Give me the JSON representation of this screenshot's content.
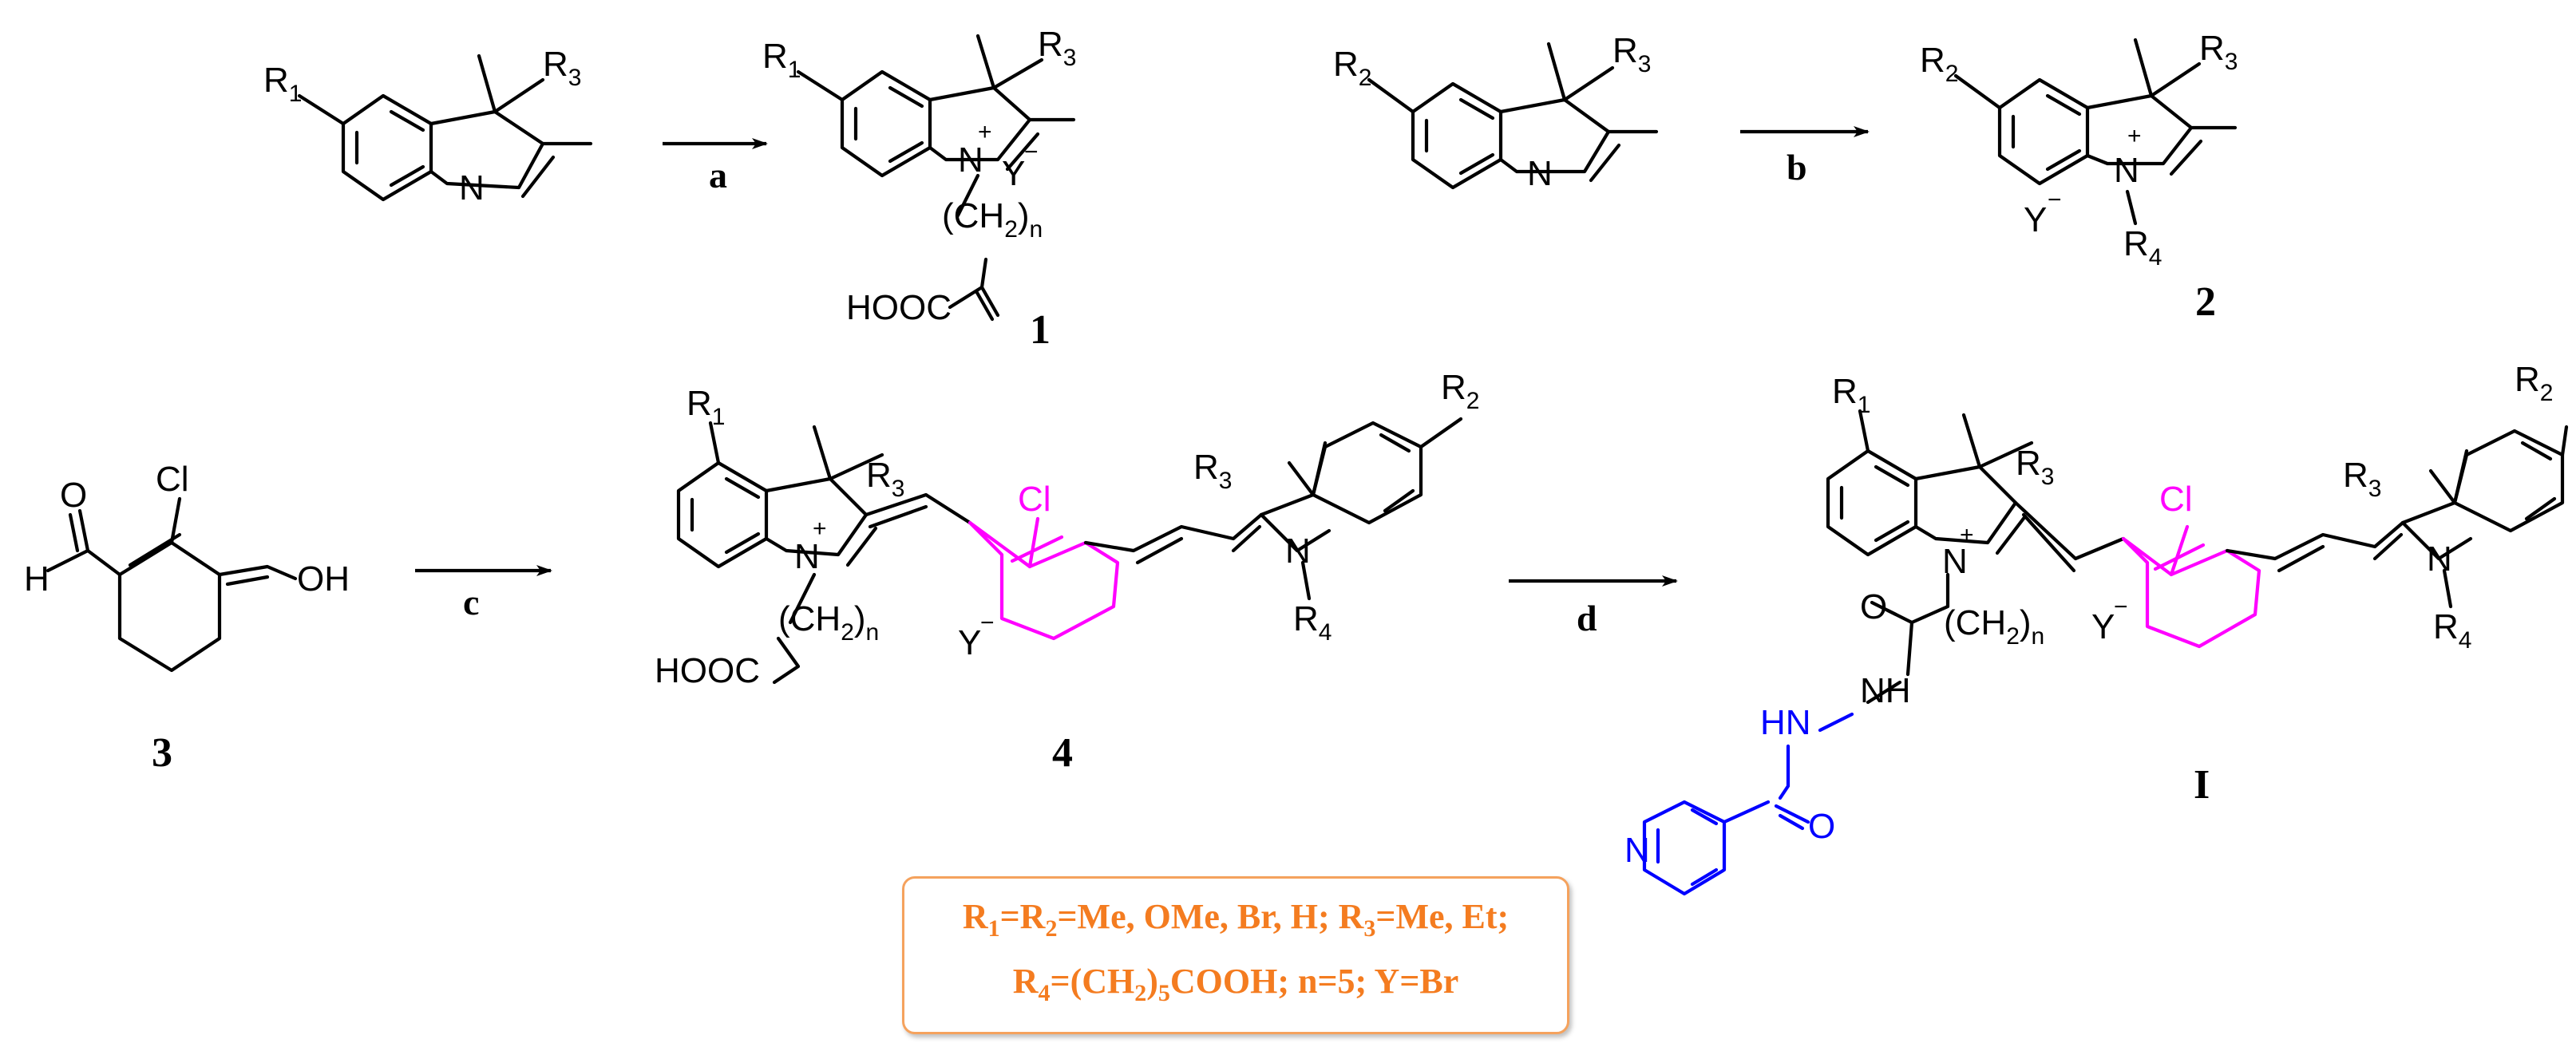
{
  "steps": {
    "a": "a",
    "b": "b",
    "c": "c",
    "d": "d"
  },
  "compound_labels": {
    "c1": "1",
    "c2": "2",
    "c3": "3",
    "c4": "4",
    "cI": "I"
  },
  "atoms": {
    "R1": "R",
    "R1_sub": "1",
    "R2": "R",
    "R2_sub": "2",
    "R3": "R",
    "R3_sub": "3",
    "R4": "R",
    "R4_sub": "4",
    "N": "N",
    "Nplus": "N",
    "plus": "+",
    "Y": "Y",
    "minus": "−",
    "CH2n": "(CH",
    "CH2n_sub2": "2",
    "CH2n_close": ")",
    "n": "n",
    "HOOC": "HOOC",
    "Cl": "Cl",
    "O": "O",
    "H": "H",
    "OH": "OH",
    "NH": "NH",
    "HN": "HN"
  },
  "legend": {
    "line1_a": "R",
    "line1_a_sub": "1",
    "line1_b": "=R",
    "line1_b_sub": "2",
    "line1_c": "=Me, OMe, Br, H; R",
    "line1_c_sub": "3",
    "line1_d": "=Me, Et;",
    "line2_a": "R",
    "line2_a_sub": "4",
    "line2_b": "=(CH",
    "line2_b_sub": "2",
    "line2_c": ")",
    "line2_c_sub": "5",
    "line2_d": "COOH; n=5; Y=Br"
  },
  "colors": {
    "highlight_ring": "#ff00ff",
    "isoniazid": "#0000ff",
    "legend_text": "#f47c20",
    "legend_border": "#f5a25d"
  }
}
